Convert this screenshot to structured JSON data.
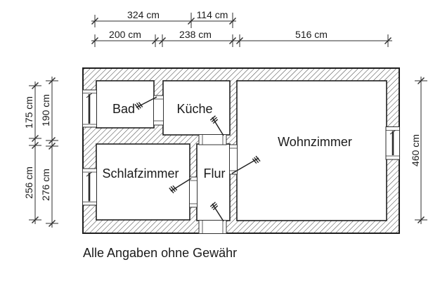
{
  "floorplan": {
    "rooms": {
      "bad": {
        "label": "Bad"
      },
      "kueche": {
        "label": "Küche"
      },
      "wohnzimmer": {
        "label": "Wohnzimmer"
      },
      "schlafzimmer": {
        "label": "Schlafzimmer"
      },
      "flur": {
        "label": "Flur"
      }
    },
    "dimensions": {
      "top_outer": {
        "schlafzimmer_width": "324 cm",
        "flur_width": "114 cm"
      },
      "top_inner": {
        "bad_width": "200 cm",
        "kueche_width": "238 cm",
        "wohnzimmer_width": "516 cm"
      },
      "left_outer": {
        "bad_height": "175 cm",
        "schlafzimmer_height": "256 cm"
      },
      "left_inner": {
        "bad_height": "190 cm",
        "schlafzimmer_height": "276 cm"
      },
      "right": {
        "wohnzimmer_height": "460 cm"
      }
    },
    "disclaimer": "Alle Angaben ohne Gewähr",
    "colors": {
      "background": "#ffffff",
      "wall_hatch": "#3f3f3f",
      "outline": "#1f1f1f",
      "dim_line": "#2e2e2e"
    }
  }
}
